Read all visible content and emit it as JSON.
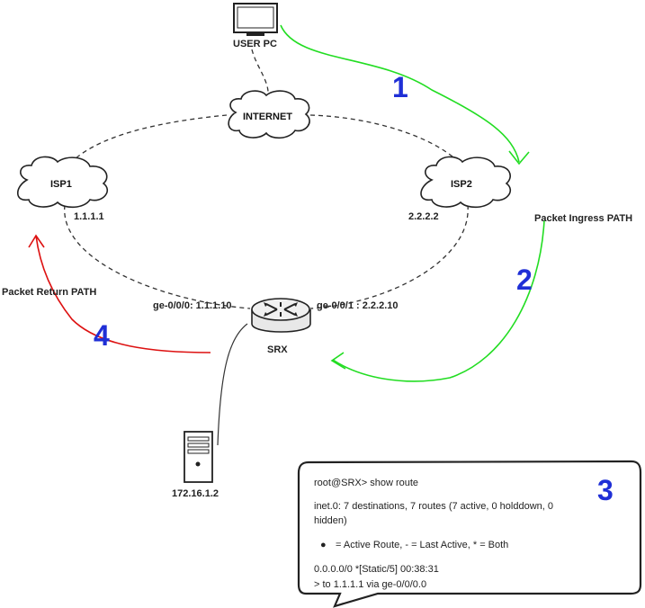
{
  "nodes": {
    "user_pc": "USER PC",
    "internet": "INTERNET",
    "isp1": "ISP1",
    "isp2": "ISP2",
    "isp1_ip": "1.1.1.1",
    "isp2_ip": "2.2.2.2",
    "srx": "SRX",
    "ge0": "ge-0/0/0: 1.1.1.10",
    "ge1": "ge-0/0/1 : 2.2.2.10",
    "server_ip": "172.16.1.2"
  },
  "paths": {
    "ingress_label": "Packet Ingress PATH",
    "return_label": "Packet Return PATH",
    "ingress_color": "#22dd22",
    "return_color": "#dd1111"
  },
  "steps": {
    "s1": "1",
    "s2": "2",
    "s3": "3",
    "s4": "4"
  },
  "cli": {
    "line1": "root@SRX> show route",
    "line2": "inet.0: 7 destinations, 7 routes (7 active, 0 holddown, 0",
    "line3": "hidden)",
    "bullet": "●",
    "line4": "= Active Route, - = Last Active, * = Both",
    "line5": "0.0.0.0/0 *[Static/5] 00:38:31",
    "line6": "> to 1.1.1.1 via ge-0/0/0.0"
  }
}
